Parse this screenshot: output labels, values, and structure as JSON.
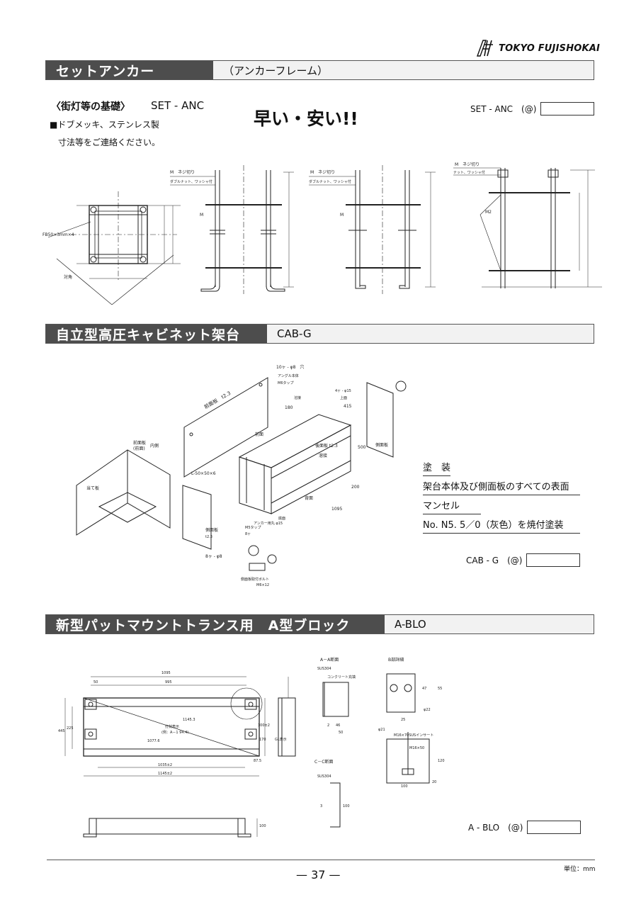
{
  "header": {
    "brand": "TOKYO FUJISHOKAI"
  },
  "sections": [
    {
      "title": "セットアンカー",
      "subtitle": "（アンカーフレーム）",
      "heading_left": "〈街灯等の基礎〉",
      "heading_code": "SET - ANC",
      "catchphrase": "早い・安い!!",
      "notes": [
        "■ドブメッキ、ステンレス製",
        "寸法等をご連絡ください。"
      ],
      "price_label": "SET - ANC　(@)",
      "drawing_labels": {
        "fb": "FB50×3mm×4",
        "diag": "対角",
        "m_thread": "M　ネジ切り",
        "double_nut": "ダブルナット、ワッシャ付",
        "nut_washer": "ナット、ワッシャ付",
        "m": "M",
        "m2": "M2"
      }
    },
    {
      "title": "自立型高圧キャビネット架台",
      "subtitle": "CAB-G",
      "painting": [
        "塗　装",
        "架台本体及び側面板のすべての表面",
        "マンセル",
        "No. N5. 5／0（灰色）を焼付塗装"
      ],
      "price_label": "CAB - G　(@)",
      "drawing_labels": {
        "holes_top": "10ヶ - φ8　穴",
        "angle_body": "アングル本体",
        "m6_tap": "M6タップ",
        "front_plate": "前面板　t2.3",
        "front": "前面",
        "weld": "溶接",
        "top": "上面",
        "side_plate_right": "側面板",
        "holes_15": "4ヶ - φ15",
        "dim_180": "180",
        "dim_415": "415",
        "dim_500": "500",
        "dim_200": "200",
        "dim_1095": "1095",
        "back_plate": "後面板 t2.3",
        "weld2": "溶接",
        "l_angle": "L-50×50×6",
        "back": "背面",
        "bottom": "底面",
        "anchor_hole": "アンカー用丸 φ15",
        "m5_tap": "M5タップ",
        "count8": "8ヶ",
        "side_plate_left": "側面板",
        "t23": "t2.3",
        "holes_8": "8ヶ - φ8",
        "bolt": "側面板取付ボルト",
        "bolt_size": "M6×12",
        "inner_front": "前面板",
        "inner_front2": "(前面)",
        "inner_side": "内側",
        "stopper": "当て板"
      }
    },
    {
      "title": "新型パットマウントトランス用　A型ブロック",
      "subtitle": "A-BLO",
      "price_label": "A - BLO　(@)",
      "drawing_labels": {
        "aa_section": "A－A断面",
        "b_detail": "B部詳細",
        "cc_section": "C－C断面",
        "sus304": "SUS304",
        "concrete": "コンクリート充填",
        "insert": "M16×70SUSインサート",
        "m16x50": "M16×50",
        "d1095": "1095",
        "d995": "995",
        "d50": "50",
        "d1145": "1145.3",
        "d1077": "1077.6",
        "d1035": "1035±2",
        "d1145b": "1145±2",
        "d445": "445",
        "d225": "225",
        "d300": "300±2",
        "d87": "87.5",
        "d170": "170",
        "mark": "打刻表示",
        "mark_eg": "(例：A－1 94.4)",
        "gl": "GL表示",
        "d100": "100",
        "d120": "120",
        "d20": "20",
        "d47": "47",
        "d55": "55",
        "d21": "φ21",
        "d22": "φ22",
        "d25": "25",
        "d2": "2",
        "d46": "46",
        "d3": "3"
      }
    }
  ],
  "footer": {
    "page": "— 37 —",
    "unit": "単位：mm"
  }
}
